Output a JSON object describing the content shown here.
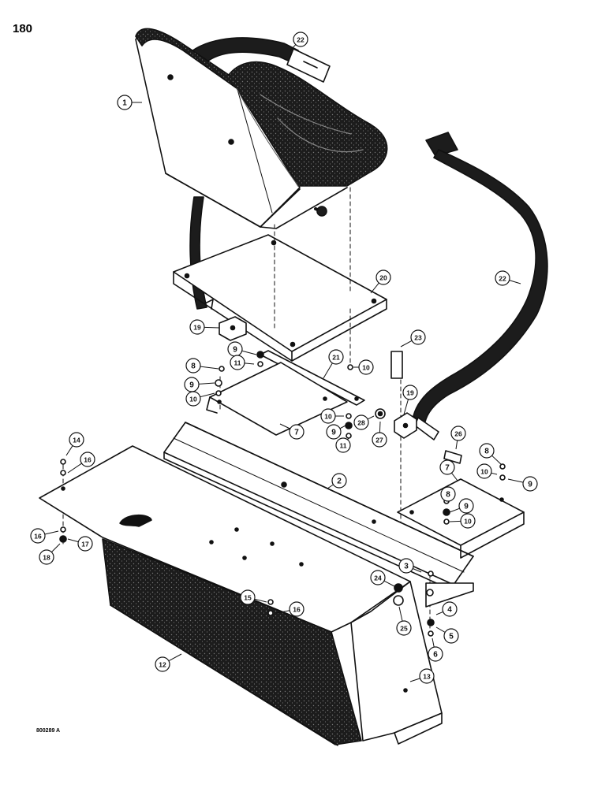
{
  "page": {
    "number": "180",
    "figure_code": "800289 A"
  },
  "callouts": [
    "1",
    "2",
    "3",
    "4",
    "5",
    "6",
    "7",
    "7",
    "8",
    "8",
    "8",
    "9",
    "9",
    "9",
    "9",
    "9",
    "10",
    "10",
    "10",
    "10",
    "10",
    "11",
    "11",
    "12",
    "13",
    "14",
    "15",
    "16",
    "16",
    "16",
    "17",
    "18",
    "19",
    "19",
    "20",
    "21",
    "22",
    "22",
    "23",
    "24",
    "25",
    "26",
    "27",
    "28"
  ],
  "colors": {
    "ink": "#111111",
    "paper": "#ffffff",
    "upholstery": "#1c1c1c"
  }
}
